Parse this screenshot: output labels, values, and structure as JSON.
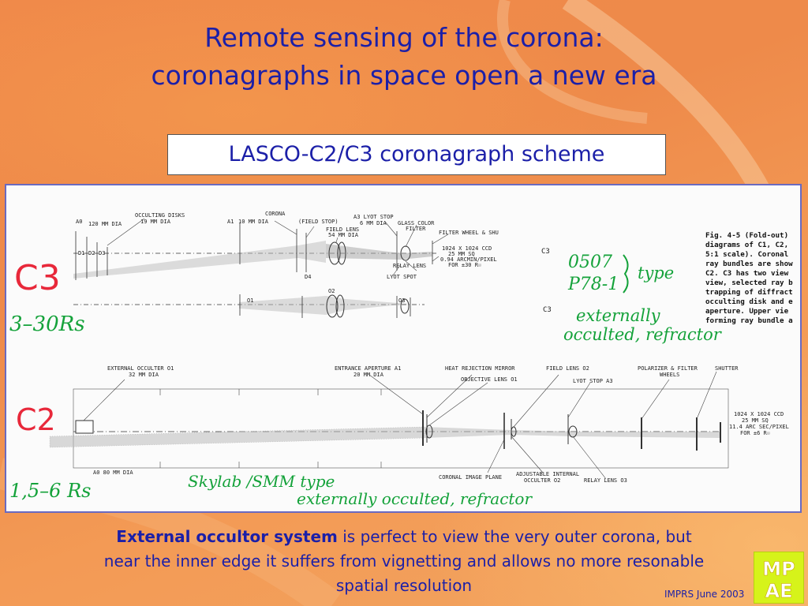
{
  "title": {
    "line1": "Remote sensing of the corona:",
    "line2": "coronagraphs in space open a new era"
  },
  "scheme_title": "LASCO-C2/C3 coronagraph scheme",
  "diagram": {
    "hand_notes": {
      "c3": "C3",
      "c3_range": "3–30Rs",
      "c2": "C2",
      "c2_range": "1,5–6 Rs",
      "c3_code1": "0507",
      "c3_code2": "P78-1",
      "c3_type": "type",
      "c3_ext1": "externally",
      "c3_ext2": "occulted, refractor",
      "c2_skylab": "Skylab /SMM type",
      "c2_ext": "externally occulted, refractor"
    },
    "c3_labels": {
      "a0": "A0",
      "a0_dia": "120 MM DIA",
      "occ_disks": "OCCULTING DISKS",
      "occ_dia": "19 MM DIA",
      "a1": "A1",
      "a1_dia": "10 MM DIA",
      "corona": "CORONA",
      "field_stop": "(FIELD STOP)",
      "field_lens": "FIELD LENS",
      "field_lens_dia": "54 MM DIA",
      "a3": "A3 LYOT STOP",
      "a3_dia": "6 MM DIA",
      "glass_color": "GLASS COLOR",
      "filter": "FILTER",
      "filter_wheel": "FILTER WHEEL & SHU",
      "d1": "D1",
      "d2": "D2",
      "d3": "D3",
      "d4": "D4",
      "ccd1": "1024 X 1024 CCD",
      "ccd2": "25 MM SQ",
      "ccd3": "0.94 ARCMIN/PIXEL",
      "ccd4": "FOR ±30 R☉",
      "relay_lens": "RELAY LENS",
      "lyot_spot": "LYOT SPOT",
      "o1": "O1",
      "o2": "O2",
      "o3": "O3",
      "c3_side1": "C3",
      "c3_side2": "C3"
    },
    "c2_labels": {
      "ext_occ": "EXTERNAL OCCULTER O1",
      "ext_occ_dia": "32 MM DIA",
      "entrance": "ENTRANCE APERTURE A1",
      "entrance_dia": "20 MM DIA",
      "heat": "HEAT REJECTION MIRROR",
      "objective": "OBJECTIVE LENS O1",
      "field_lens": "FIELD LENS O2",
      "lyot": "LYOT STOP A3",
      "polarizer": "POLARIZER & FILTER",
      "wheels": "WHEELS",
      "shutter": "SHUTTER",
      "a0": "A0   80 MM DIA",
      "coronal_image": "CORONAL IMAGE PLANE",
      "adjustable1": "ADJUSTABLE INTERNAL",
      "adjustable2": "OCCULTER O2",
      "relay": "RELAY LENS O3",
      "ccd1": "1024 X 1024 CCD",
      "ccd2": "25 MM SQ",
      "ccd3": "11.4 ARC SEC/PIXEL",
      "ccd4": "FOR ±6 R☉"
    },
    "caption": [
      "Fig. 4-5 (Fold-out)",
      "diagrams of C1, C2,",
      "5:1 scale).  Coronal",
      "ray bundles are show",
      "C2.  C3 has two view",
      "view, selected ray b",
      "trapping of diffract",
      "occulting disk and e",
      "aperture.  Upper vie",
      "forming ray bundle a"
    ]
  },
  "bottom_text": {
    "bold": "External occultor system",
    "rest1": " is perfect to view the very outer corona, but",
    "line2": "near the inner edge it suffers from vignetting and allows no more resonable",
    "line3": "spatial resolution"
  },
  "footer": "IMPRS June 2003",
  "logo": {
    "top": "MP",
    "bottom": "AE"
  },
  "colors": {
    "title_blue": "#1b1fa8",
    "background_orange": "#f0894a",
    "hand_red": "#e8283a",
    "hand_green": "#14a23a",
    "logo_yellow": "#d6f31a"
  }
}
